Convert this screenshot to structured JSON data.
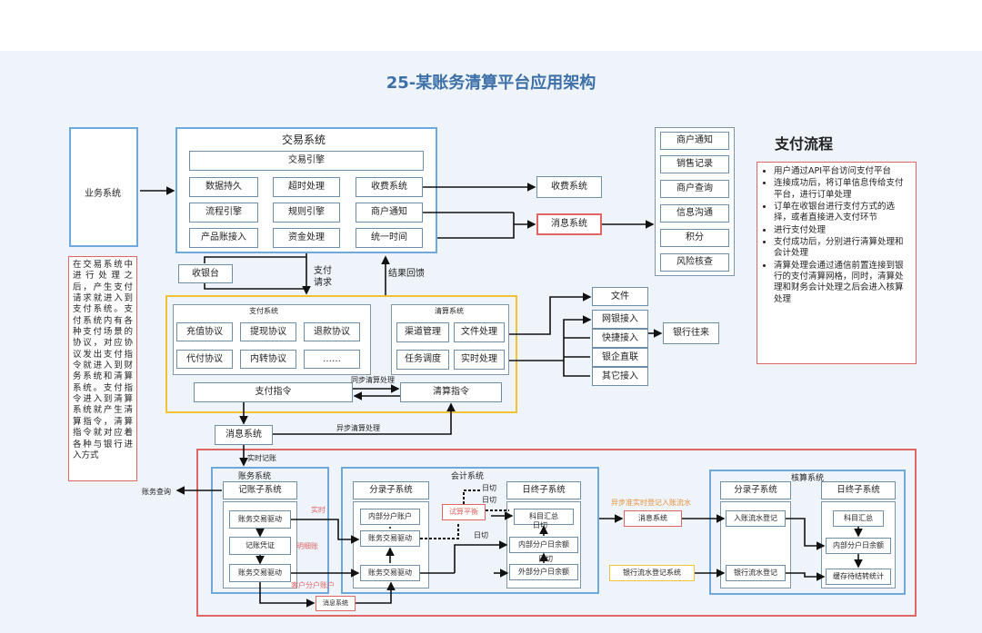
{
  "title": "25-某账务清算平台应用架构",
  "business_system": "业务系统",
  "trade": {
    "title": "交易系统",
    "engine": "交易引擎",
    "modules": [
      "数据持久",
      "超时处理",
      "收费系统",
      "流程引擎",
      "规则引擎",
      "商户通知",
      "产品账接入",
      "资金处理",
      "统一时间"
    ]
  },
  "fee_system": "收费系统",
  "message_system": "消息系统",
  "right_column": [
    "商户通知",
    "销售记录",
    "商户查询",
    "信息沟通",
    "积分",
    "风险核查"
  ],
  "flow": {
    "title": "支付流程",
    "items": [
      "用户通过API平台访问支付平台",
      "连接成功后，将订单信息传给支付平台，进行订单处理",
      "订单在收银台进行支付方式的选择，或者直接进入支付环节",
      "进行支付处理",
      "支付成功后，分别进行清算处理和会计处理",
      "清算处理会通过通信前置连接到银行的支付清算网格，同时，清算处理和财务会计处理之后会进入核算处理"
    ]
  },
  "note_left": "在交易系统中进行处理之后，产生支付请求就进入到支付系统。支付系统内有各种支付场景的协议，对应协议发出支付指令就进入到财务系统和清算系统。支付指令进入到清算系统就产生清算指令，清算指令就对应着各种与银行进入方式",
  "cashier": "收银台",
  "pay_request": "支付\n请求",
  "result_feedback": "结果回馈",
  "payment": {
    "title": "支付系统",
    "protocols": [
      "充值协议",
      "提现协议",
      "退款协议",
      "代付协议",
      "内转协议",
      "……"
    ],
    "instruction": "支付指令"
  },
  "clearing": {
    "title": "清算系统",
    "items": [
      "渠道管理",
      "文件处理",
      "任务调度",
      "实时处理"
    ],
    "instruction": "清算指令"
  },
  "sync_clearing": "同步清算处理",
  "async_clearing": "异步清算处理",
  "bank_access": [
    "文件",
    "网银接入",
    "快捷接入",
    "银企直联",
    "其它接入"
  ],
  "bank_exchange": "银行往来",
  "message_system2": "消息系统",
  "realtime_booking": "实时记账",
  "account": {
    "title": "账务系统",
    "sub": "记账子系统",
    "items": [
      "账务交易驱动",
      "记账凭证",
      "账务交易驱动"
    ]
  },
  "account_query": "账务查询",
  "red_labels": {
    "realtime": "实时",
    "detail": "明细账",
    "customer": "客户分户账户"
  },
  "message_system3": "消息系统",
  "accounting": {
    "title": "会计系统",
    "entry_sub": "分录子系统",
    "entry_items": [
      "内部分户账户",
      "账务交易驱动",
      "账务交易驱动"
    ],
    "balance": "试算平衡",
    "day_end": "日终子系统",
    "day_end_items": [
      "科目汇总",
      "内部分户日余额",
      "外部分户日余额"
    ],
    "daycut": "日切"
  },
  "async_register": "异步准实时登记入账流水",
  "message_system4": "消息系统",
  "bank_flow": "银行流水登记系统",
  "audit": {
    "title": "核算系统",
    "entry_sub": "分录子系统",
    "entry_items": [
      "入账流水登记",
      "银行流水登记"
    ],
    "day_end": "日终子系统",
    "day_end_items": [
      "科目汇总",
      "内部分户日余额",
      "缓存待结转统计"
    ]
  }
}
